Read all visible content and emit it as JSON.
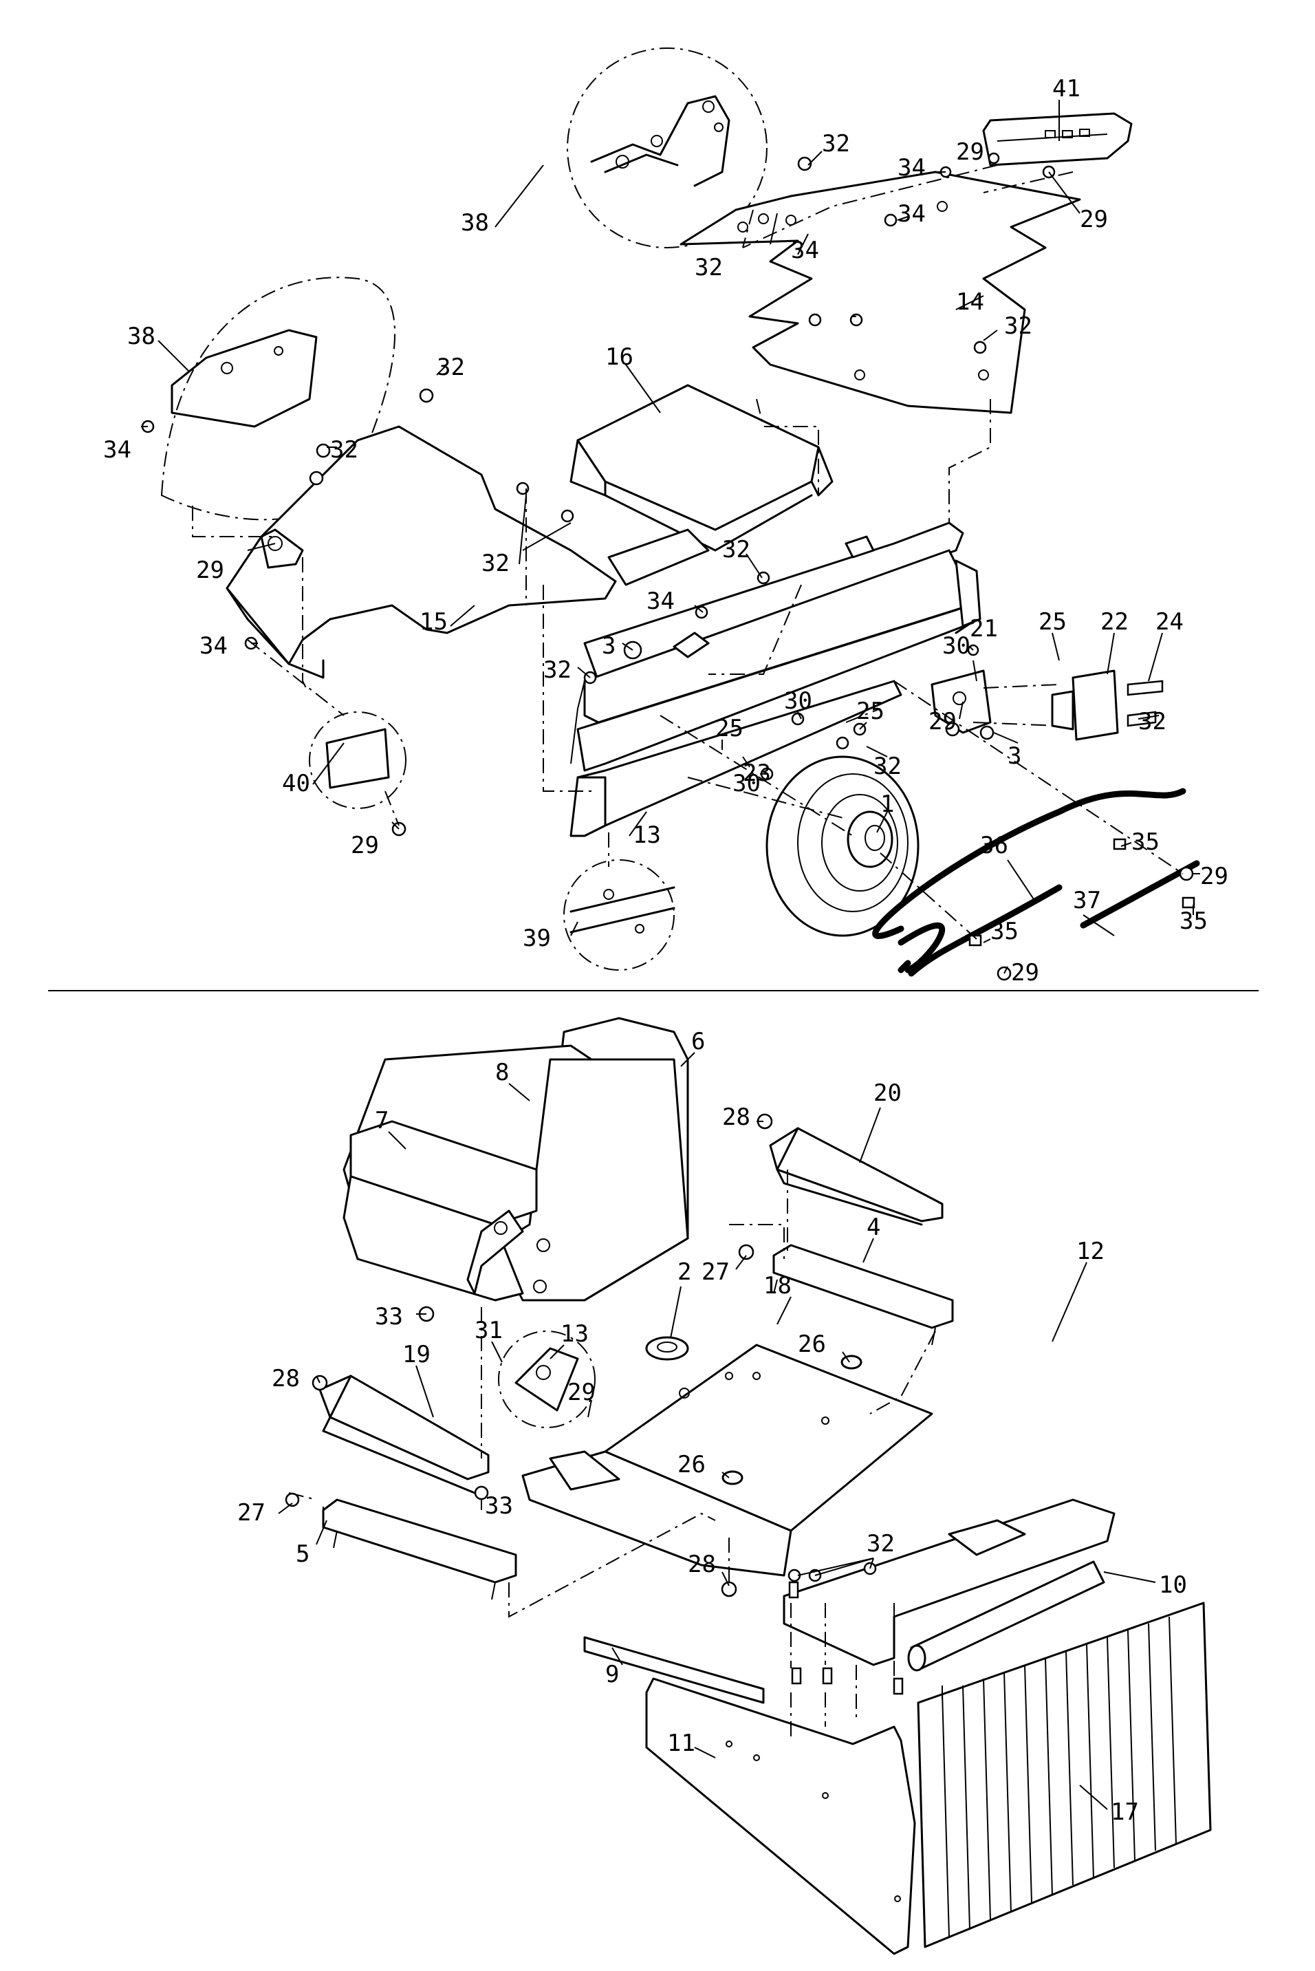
{
  "labels": [
    {
      "id": "41",
      "text": "41"
    },
    {
      "id": "32a",
      "text": "32"
    },
    {
      "id": "34a",
      "text": "34"
    },
    {
      "id": "29a",
      "text": "29"
    },
    {
      "id": "29b",
      "text": "29"
    },
    {
      "id": "34b",
      "text": "34"
    },
    {
      "id": "38a",
      "text": "38"
    },
    {
      "id": "34c",
      "text": "34"
    },
    {
      "id": "32b",
      "text": "32"
    },
    {
      "id": "14",
      "text": "14"
    },
    {
      "id": "32c",
      "text": "32"
    },
    {
      "id": "38b",
      "text": "38"
    },
    {
      "id": "32d",
      "text": "32"
    },
    {
      "id": "34d",
      "text": "34"
    },
    {
      "id": "32e",
      "text": "32"
    },
    {
      "id": "16",
      "text": "16"
    },
    {
      "id": "29c",
      "text": "29"
    },
    {
      "id": "32f",
      "text": "32"
    },
    {
      "id": "32g",
      "text": "32"
    },
    {
      "id": "34e",
      "text": "34"
    },
    {
      "id": "15",
      "text": "15"
    },
    {
      "id": "3a",
      "text": "3"
    },
    {
      "id": "34f",
      "text": "34"
    },
    {
      "id": "32h",
      "text": "32"
    },
    {
      "id": "30a",
      "text": "30"
    },
    {
      "id": "21",
      "text": "21"
    },
    {
      "id": "25a",
      "text": "25"
    },
    {
      "id": "22",
      "text": "22"
    },
    {
      "id": "24",
      "text": "24"
    },
    {
      "id": "30b",
      "text": "30"
    },
    {
      "id": "25b",
      "text": "25"
    },
    {
      "id": "32i",
      "text": "32"
    },
    {
      "id": "29d",
      "text": "29"
    },
    {
      "id": "3b",
      "text": "3"
    },
    {
      "id": "32j",
      "text": "32"
    },
    {
      "id": "25c",
      "text": "25"
    },
    {
      "id": "23",
      "text": "23"
    },
    {
      "id": "40",
      "text": "40"
    },
    {
      "id": "29e",
      "text": "29"
    },
    {
      "id": "30c",
      "text": "30"
    },
    {
      "id": "13a",
      "text": "13"
    },
    {
      "id": "1",
      "text": "1"
    },
    {
      "id": "36",
      "text": "36"
    },
    {
      "id": "35a",
      "text": "35"
    },
    {
      "id": "37",
      "text": "37"
    },
    {
      "id": "29f",
      "text": "29"
    },
    {
      "id": "35b",
      "text": "35"
    },
    {
      "id": "39",
      "text": "39"
    },
    {
      "id": "35c",
      "text": "35"
    },
    {
      "id": "29g",
      "text": "29"
    },
    {
      "id": "6",
      "text": "6"
    },
    {
      "id": "8",
      "text": "8"
    },
    {
      "id": "7",
      "text": "7"
    },
    {
      "id": "28a",
      "text": "28"
    },
    {
      "id": "20",
      "text": "20"
    },
    {
      "id": "27a",
      "text": "27"
    },
    {
      "id": "4",
      "text": "4"
    },
    {
      "id": "33a",
      "text": "33"
    },
    {
      "id": "2",
      "text": "2"
    },
    {
      "id": "18",
      "text": "18"
    },
    {
      "id": "31",
      "text": "31"
    },
    {
      "id": "13b",
      "text": "13"
    },
    {
      "id": "28b",
      "text": "28"
    },
    {
      "id": "19",
      "text": "19"
    },
    {
      "id": "29h",
      "text": "29"
    },
    {
      "id": "26a",
      "text": "26"
    },
    {
      "id": "12",
      "text": "12"
    },
    {
      "id": "26b",
      "text": "26"
    },
    {
      "id": "33b",
      "text": "33"
    },
    {
      "id": "27b",
      "text": "27"
    },
    {
      "id": "5",
      "text": "5"
    },
    {
      "id": "32k",
      "text": "32"
    },
    {
      "id": "10",
      "text": "10"
    },
    {
      "id": "28c",
      "text": "28"
    },
    {
      "id": "9",
      "text": "9"
    },
    {
      "id": "11",
      "text": "11"
    },
    {
      "id": "17",
      "text": "17"
    }
  ]
}
